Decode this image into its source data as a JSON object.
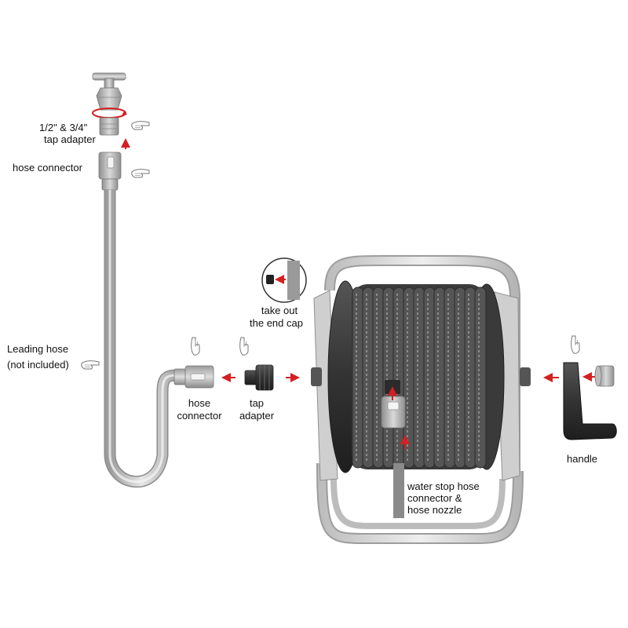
{
  "labels": {
    "tap_adapter_top_line1": "1/2\" & 3/4\"",
    "tap_adapter_top_line2": "tap adapter",
    "hose_connector_top": "hose connector",
    "leading_hose_line1": "Leading hose",
    "leading_hose_line2": "(not included)",
    "hose_connector_bottom_line1": "hose",
    "hose_connector_bottom_line2": "connector",
    "tap_adapter_bottom_line1": "tap",
    "tap_adapter_bottom_line2": "adapter",
    "end_cap_line1": "take out",
    "end_cap_line2": "the end cap",
    "water_stop_line1": "water stop hose",
    "water_stop_line2": "connector &",
    "water_stop_line3": "hose nozzle",
    "handle": "handle"
  },
  "colors": {
    "arrow": "#d42020",
    "part_light": "#d6d6d6",
    "part_mid": "#a9a9a9",
    "hose_dark": "#4a4a4a",
    "handle_dark": "#2b2b2b"
  },
  "icons": [
    "tap-icon",
    "pointing-hand-icon",
    "arrow-icon",
    "hose-reel-icon",
    "crank-handle-icon",
    "end-cap-icon"
  ]
}
